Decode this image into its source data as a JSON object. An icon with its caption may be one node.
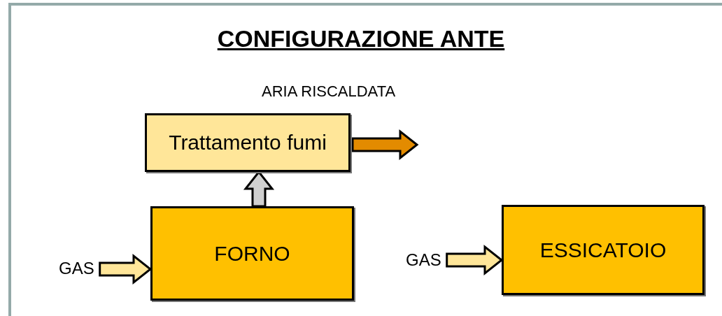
{
  "diagram": {
    "title": "CONFIGURAZIONE ANTE",
    "nodes": [
      {
        "text": [
          "Trattamento fumi"
        ]
      },
      {
        "text": [
          "FORNO"
        ]
      },
      {
        "text": [
          "ESSICATOIO"
        ]
      },
      {
        "text": [
          "GAS"
        ]
      },
      {
        "text": [
          "GAS"
        ]
      }
    ],
    "edges": [
      {
        "from": 1,
        "to": 0,
        "arrow": "to",
        "color": "#d0d0d0"
      },
      {
        "from": 0,
        "to": null,
        "arrow": "to",
        "color": "#e38b00"
      },
      {
        "from": 3,
        "to": 1,
        "arrow": "to"
      },
      {
        "from": 4,
        "to": 2,
        "arrow": "to"
      }
    ],
    "labels": [
      "ARIA RISCALDATA"
    ]
  }
}
